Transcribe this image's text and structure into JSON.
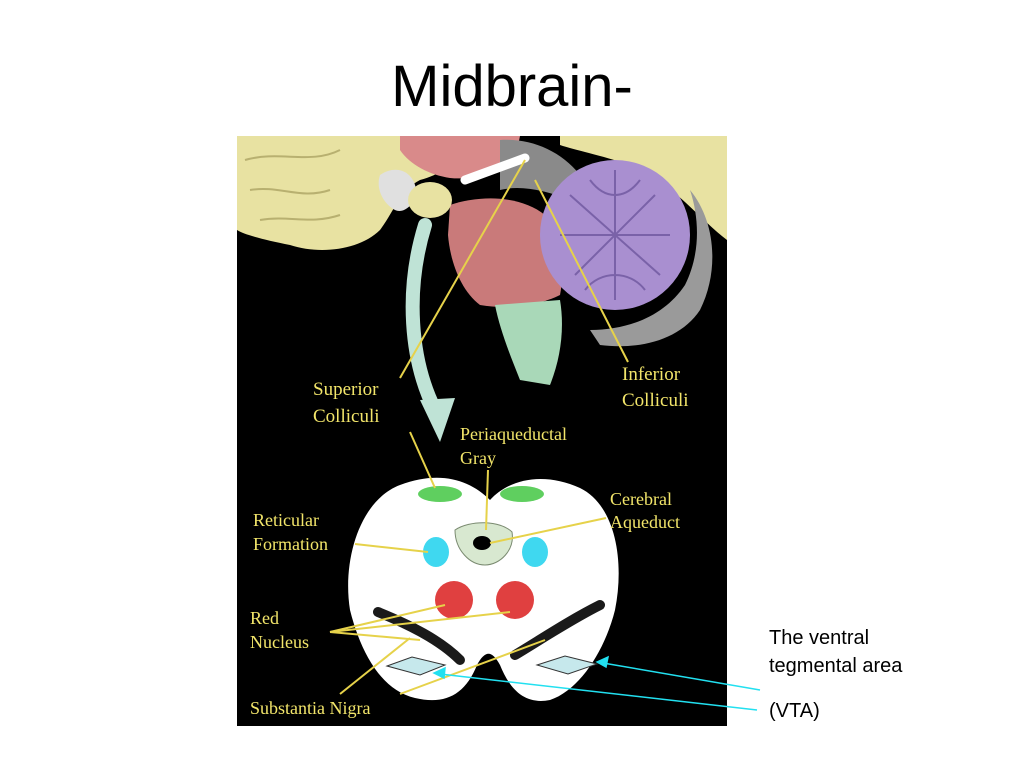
{
  "slide": {
    "title": "Midbrain-"
  },
  "figure": {
    "labels": {
      "superior_colliculi_line1": "Superior",
      "superior_colliculi_line2": "Colliculi",
      "inferior_colliculi_line1": "Inferior",
      "inferior_colliculi_line2": "Colliculi",
      "periaqueductal_line1": "Periaqueductal",
      "periaqueductal_line2": "Gray",
      "cerebral_aqueduct_line1": "Cerebral",
      "cerebral_aqueduct_line2": "Aqueduct",
      "reticular_line1": "Reticular",
      "reticular_line2": "Formation",
      "red_nucleus_line1": "Red",
      "red_nucleus_line2": "Nucleus",
      "substantia_nigra": "Substantia Nigra"
    },
    "colors": {
      "background": "#000000",
      "label_text": "#f2e56a",
      "pointer_lines": "#e6d24a",
      "colliculi": "#5fcf5f",
      "reticular_formation": "#3fd8f0",
      "red_nucleus": "#e04040",
      "substantia_nigra": "#1a1a1a",
      "vta": "#c6e8ec",
      "annotation_arrows": "#22e0f0"
    }
  },
  "annotation": {
    "line1": "The ventral",
    "line2": "tegmental area",
    "abbrev": "(VTA)"
  }
}
